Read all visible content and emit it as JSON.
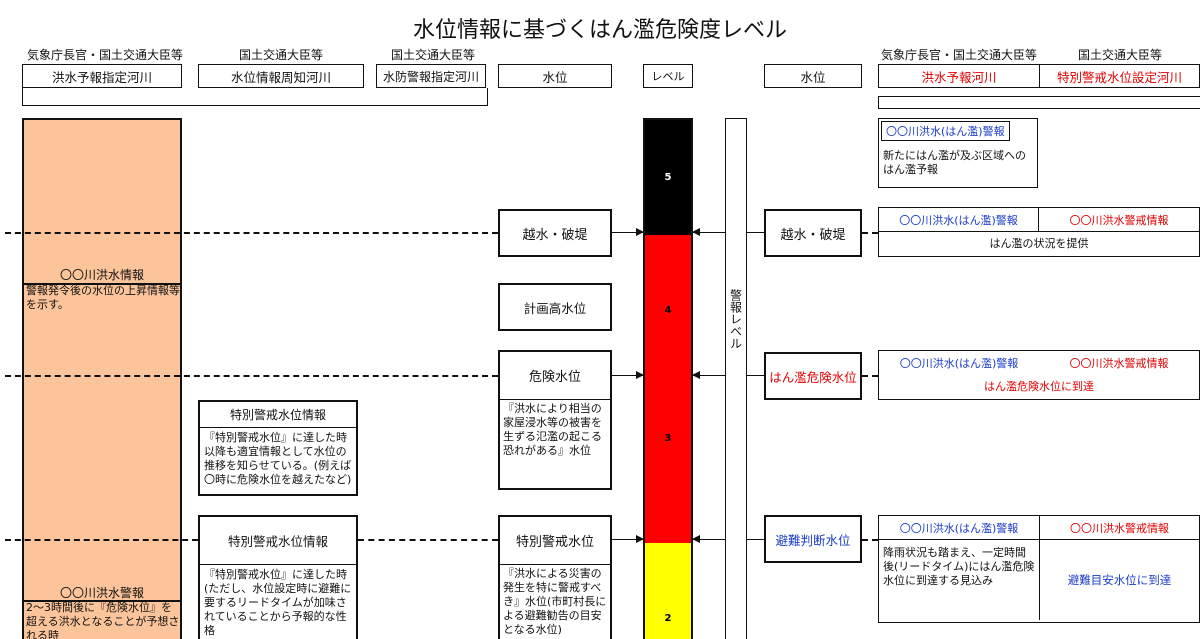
{
  "title": "水位情報に基づくはん濫危険度レベル",
  "colors": {
    "orange": "#fbc49a",
    "black": "#000000",
    "red": "#ff0000",
    "yellow": "#ffff00",
    "red_text": "#e00000",
    "blue_text": "#1a3cc8"
  },
  "header": {
    "left_labels": [
      "気象庁長官・国土交通大臣等",
      "国土交通大臣等",
      "国土交通大臣等"
    ],
    "left_boxes": [
      "洪水予報指定河川",
      "水位情報周知河川",
      "水防警報指定河川"
    ],
    "water_level": "水位",
    "level": "レベル",
    "right_water_level": "水位",
    "right_labels": [
      "気象庁長官・国土交通大臣等",
      "国土交通大臣等"
    ],
    "right_boxes": [
      "洪水予報河川",
      "特別警戒水位設定河川"
    ]
  },
  "left": {
    "flood_info": {
      "title": "〇〇川洪水情報",
      "body": "警報発令後の水位の上昇情報等を示す。"
    },
    "flood_warning": {
      "title": "〇〇川洪水警報",
      "body": "2～3時間後に『危険水位』を超える洪水となることが予想される時"
    },
    "special_info_1": {
      "title": "特別警戒水位情報",
      "body": "『特別警戒水位』に達した時以降も適宜情報として水位の推移を知らせている。(例えば〇時に危険水位を越えたなど)"
    },
    "special_info_2": {
      "title": "特別警戒水位情報",
      "body": "『特別警戒水位』に達した時(ただし、水位設定時に避難に要するリードタイムが加味されていることから予報的な性格"
    }
  },
  "levels_column": {
    "overflow": "越水・破堤",
    "planned_high": "計画高水位",
    "danger": "危険水位",
    "danger_desc": "『洪水により相当の家屋浸水等の被害を生ずる氾濫の起こる恐れがある』水位",
    "special": "特別警戒水位",
    "special_desc": "『洪水による災害の発生を特に警戒すべき』水位(市町村長による避難勧告の目安となる水位)"
  },
  "level_bar": [
    "5",
    "4",
    "3",
    "2"
  ],
  "warning_level_label": "警報レベル",
  "right_levels": {
    "overflow": "越水・破堤",
    "flood_danger": "はん濫危険水位",
    "evacuation": "避難判断水位"
  },
  "right": {
    "block5": {
      "title": "〇〇川洪水(はん濫)警報",
      "body": "新たにはん濫が及ぶ区域へのはん濫予報"
    },
    "block_overflow": {
      "a": "〇〇川洪水(はん濫)警報",
      "b": "〇〇川洪水警戒情報",
      "body": "はん濫の状況を提供"
    },
    "block_danger": {
      "a": "〇〇川洪水(はん濫)警報",
      "b": "〇〇川洪水警戒情報",
      "body": "はん濫危険水位に到達"
    },
    "block_evac": {
      "a": "〇〇川洪水(はん濫)警報",
      "b": "〇〇川洪水警戒情報",
      "body": "降雨状況も踏まえ、一定時間後(リードタイム)にはん濫危険水位に到達する見込み",
      "body2": "避難目安水位に到達"
    }
  }
}
